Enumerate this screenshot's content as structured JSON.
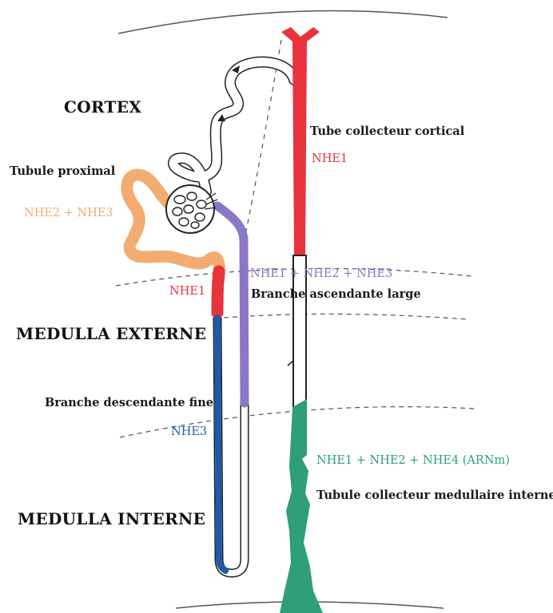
{
  "zones": {
    "cortex": "CORTEX",
    "medulla_externe": "MEDULLA EXTERNE",
    "medulla_interne": "MEDULLA INTERNE"
  },
  "structures": {
    "tube_collecteur_cortical": "Tube collecteur cortical",
    "tubule_proximal": "Tubule proximal",
    "branche_ascendante_large": "Branche ascendante large",
    "branche_descendante_fine": "Branche descendante fine",
    "tubule_collecteur_medullaire_interne": "Tubule collecteur medullaire interne"
  },
  "isoforms": {
    "collecteur_cortical": "NHE1",
    "proximal": "NHE2 + NHE3",
    "ascendante_large": "NHE1 + NHE2 + NHE3",
    "anse_pars_recta": "NHE1",
    "descendante_fine": "NHE3",
    "collecteur_medullaire": "NHE1 + NHE2 + NHE4 (ARNm)"
  },
  "colors": {
    "collecteur_cortical": "#e8333c",
    "proximal": "#f2ac72",
    "ascendante_large": "#8a77c6",
    "descendante_fine": "#1f5aa6",
    "collecteur_medullaire": "#2f9e7a",
    "outline": "#222222",
    "boundary": "#555555"
  }
}
